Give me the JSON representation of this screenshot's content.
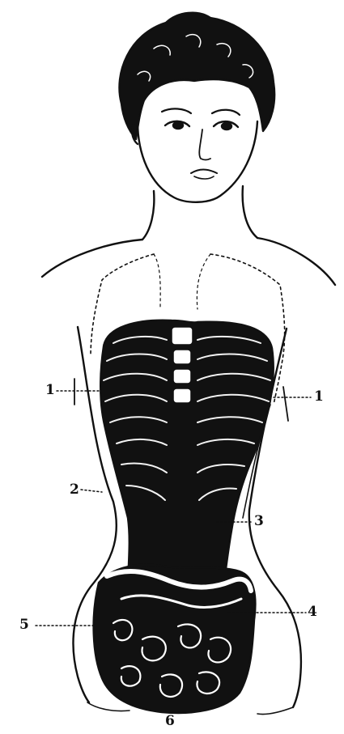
{
  "labels": {
    "left_1": "1",
    "right_1": "1",
    "label_2": "2",
    "label_3": "3",
    "label_4": "4",
    "label_5": "5",
    "label_6": "6"
  },
  "colors": {
    "ink": "#111111",
    "paper": "#ffffff"
  }
}
